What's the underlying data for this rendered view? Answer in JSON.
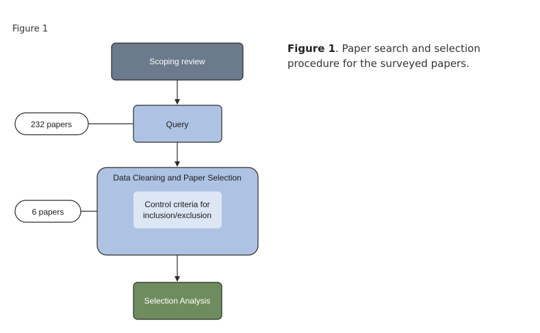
{
  "figure_label": "Figure 1",
  "caption": {
    "bold": "Figure 1",
    "text": ". Paper search and selection procedure for the surveyed papers."
  },
  "diagram": {
    "nodes": {
      "scoping_review": "Scoping review",
      "query": "Query",
      "data_cleaning": "Data Cleaning and Paper Selection",
      "control_criteria_line1": "Control criteria for",
      "control_criteria_line2": "inclusion/exclusion",
      "selection_analysis": "Selection Analysis"
    },
    "side_labels": {
      "papers_232": "232 papers",
      "papers_6": "6 papers"
    },
    "colors": {
      "scoping_fill": "#6b7a8c",
      "query_fill": "#aec3e3",
      "cleaning_fill": "#aec3e3",
      "criteria_fill": "#dde6f5",
      "analysis_fill": "#6e8c5e",
      "stroke": "#2b2b2b"
    }
  }
}
